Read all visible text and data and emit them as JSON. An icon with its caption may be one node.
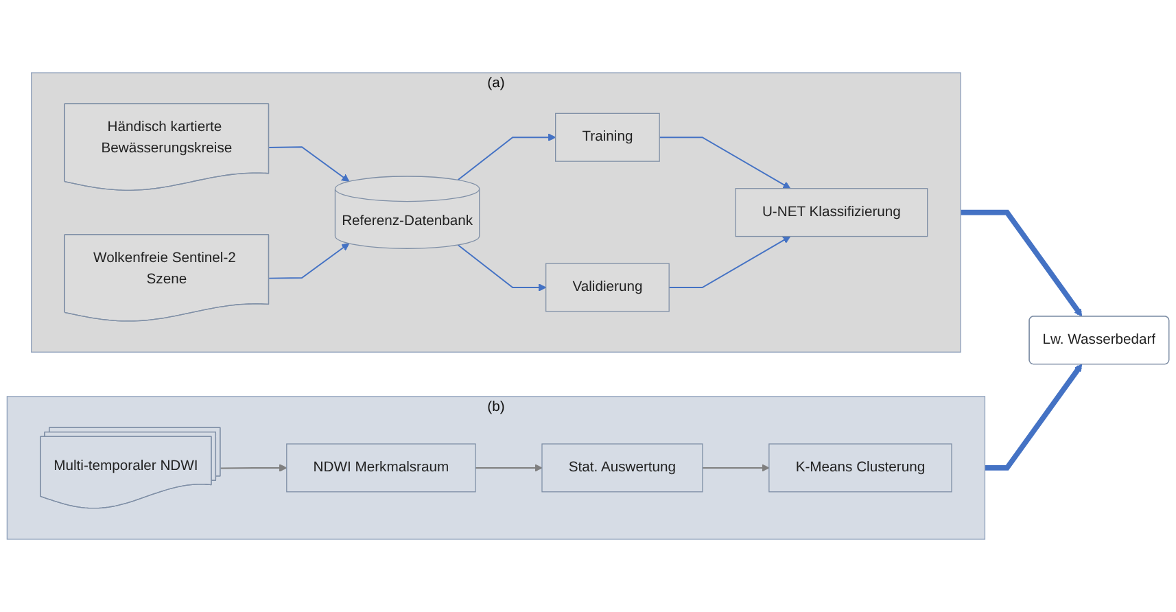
{
  "diagram": {
    "nodes": [
      {
        "text": [
          "(a)"
        ]
      },
      {
        "text": [
          "Händisch kartierte Bewässerungskreise"
        ],
        "in": 0
      },
      {
        "text": [
          "Wolkenfreie Sentinel-2 Szene"
        ],
        "in": 0
      },
      {
        "text": [
          "Referenz-Datenbank"
        ],
        "in": 0
      },
      {
        "text": [
          "Training"
        ],
        "in": 0
      },
      {
        "text": [
          "Validierung"
        ],
        "in": 0
      },
      {
        "text": [
          "U-NET Klassifizierung"
        ],
        "in": 0
      },
      {
        "text": [
          "(b)"
        ]
      },
      {
        "text": [
          "Multi-temporaler NDWI"
        ],
        "in": 7
      },
      {
        "text": [
          "NDWI Merkmalsraum"
        ],
        "in": 7
      },
      {
        "text": [
          "Stat. Auswertung"
        ],
        "in": 7
      },
      {
        "text": [
          "K-Means Clusterung"
        ],
        "in": 7
      },
      {
        "text": [
          "Lw. Wasserbedarf"
        ]
      }
    ],
    "edges": [
      {
        "from": 1,
        "to": 3,
        "arrow": "to"
      },
      {
        "from": 2,
        "to": 3,
        "arrow": "to"
      },
      {
        "from": 3,
        "to": 4,
        "arrow": "to"
      },
      {
        "from": 3,
        "to": 5,
        "arrow": "to"
      },
      {
        "from": 4,
        "to": 6,
        "arrow": "to"
      },
      {
        "from": 5,
        "to": 6,
        "arrow": "to"
      },
      {
        "from": 8,
        "to": 9,
        "arrow": "to",
        "color": "#7f7f7f"
      },
      {
        "from": 9,
        "to": 10,
        "arrow": "to",
        "color": "#7f7f7f"
      },
      {
        "from": 10,
        "to": 11,
        "arrow": "to",
        "color": "#7f7f7f"
      },
      {
        "from": 0,
        "to": 12,
        "arrow": "to",
        "style": "thick"
      },
      {
        "from": 7,
        "to": 12,
        "arrow": "to",
        "style": "thick"
      }
    ]
  }
}
